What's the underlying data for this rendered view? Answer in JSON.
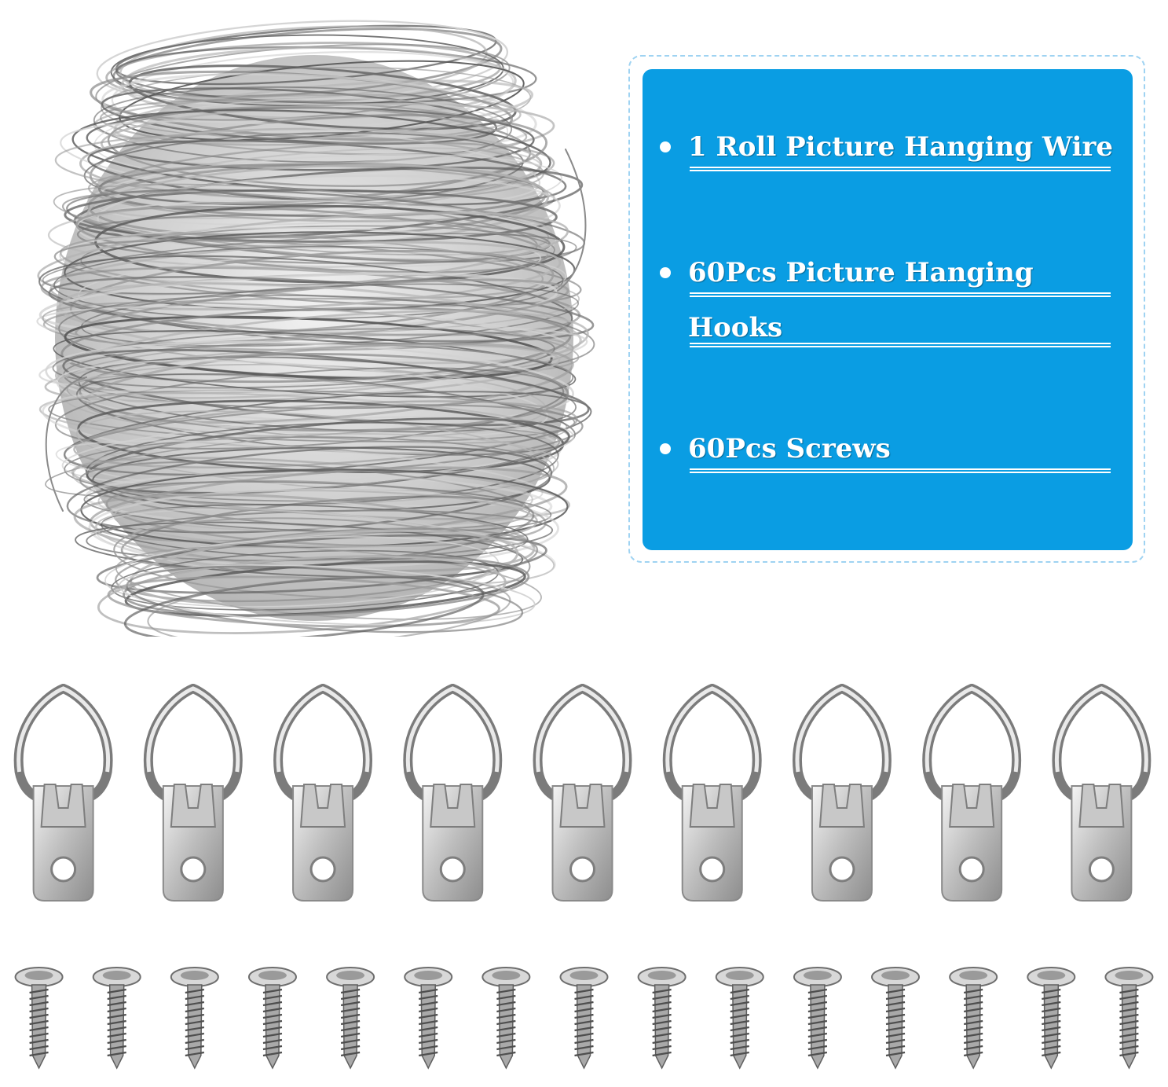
{
  "panel": {
    "background_color": "#0a9de3",
    "frame_color": "#9fd3f2",
    "items": [
      {
        "label": "1 Roll Picture Hanging Wire"
      },
      {
        "label": "60Pcs Picture Hanging Hooks"
      },
      {
        "label": "60Pcs Screws"
      }
    ]
  },
  "product_images": {
    "wire": "coiled-picture-hanging-wire",
    "hook": "d-ring-picture-hook",
    "screw": "round-head-screw",
    "hook_count_shown": 9,
    "screw_count_shown": 15
  }
}
